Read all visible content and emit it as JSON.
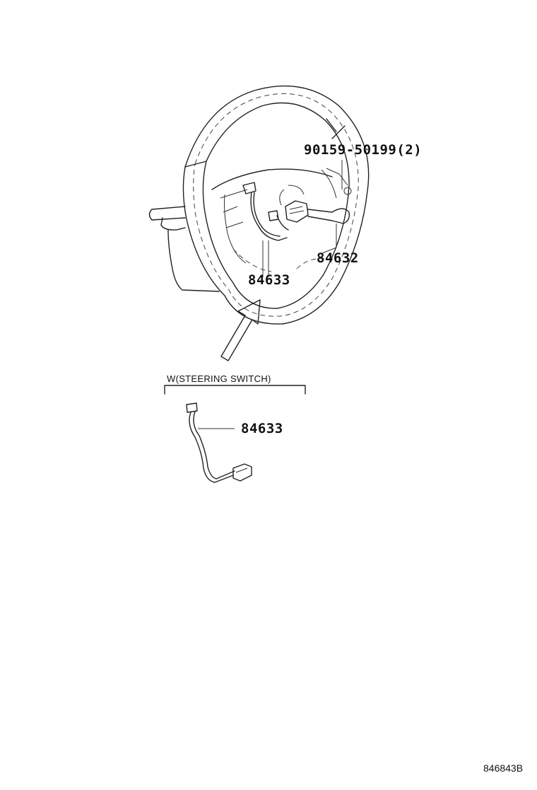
{
  "callouts": {
    "bolt": "90159-50199(2)",
    "switch_assembly": "84632",
    "wire_upper": "84633",
    "wire_lower": "84633"
  },
  "section": {
    "label": "W(STEERING SWITCH)"
  },
  "figure_code": "846843B",
  "icons": [
    "steering-wheel-illustration",
    "steering-switch-assembly",
    "switch-wire-harness",
    "arrow-pointer"
  ]
}
